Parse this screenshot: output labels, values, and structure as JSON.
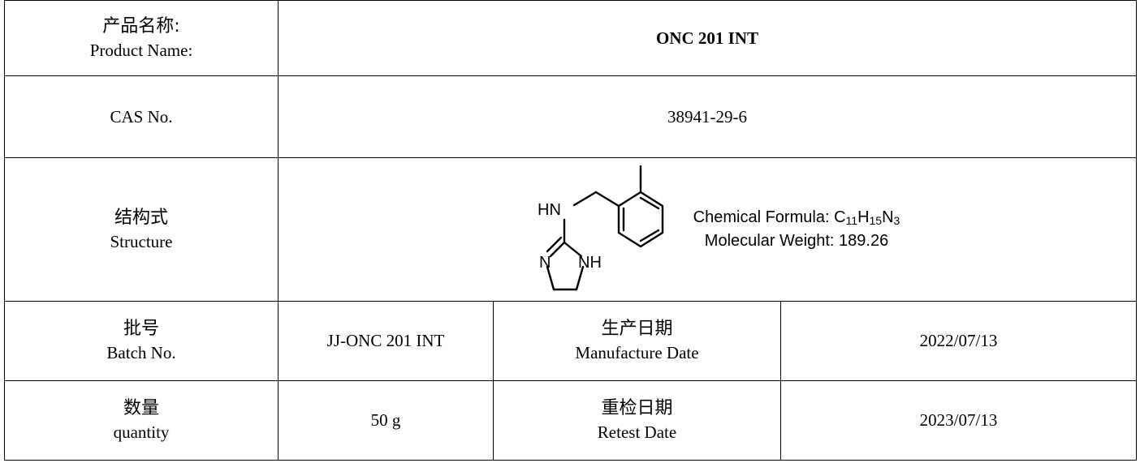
{
  "product_name": {
    "label_cn": "产品名称:",
    "label_en": "Product Name:",
    "value": "ONC 201 INT"
  },
  "cas": {
    "label_en": "CAS No.",
    "value": "38941-29-6"
  },
  "structure": {
    "label_cn": "结构式",
    "label_en": "Structure",
    "atoms": {
      "hn": "HN",
      "n": "N",
      "nh": "NH"
    },
    "formula_prefix": "Chemical Formula: ",
    "formula": [
      {
        "el": "C",
        "n": "11"
      },
      {
        "el": "H",
        "n": "15"
      },
      {
        "el": "N",
        "n": "3"
      }
    ],
    "molecular_weight": "Molecular Weight: 189.26"
  },
  "batch": {
    "label_cn": "批号",
    "label_en": "Batch No.",
    "value": "JJ-ONC 201 INT"
  },
  "manufacture_date": {
    "label_cn": "生产日期",
    "label_en": "Manufacture Date",
    "value": "2022/07/13"
  },
  "quantity": {
    "label_cn": "数量",
    "label_en": "quantity",
    "value": "50 g"
  },
  "retest_date": {
    "label_cn": "重检日期",
    "label_en": "Retest Date",
    "value": "2023/07/13"
  }
}
